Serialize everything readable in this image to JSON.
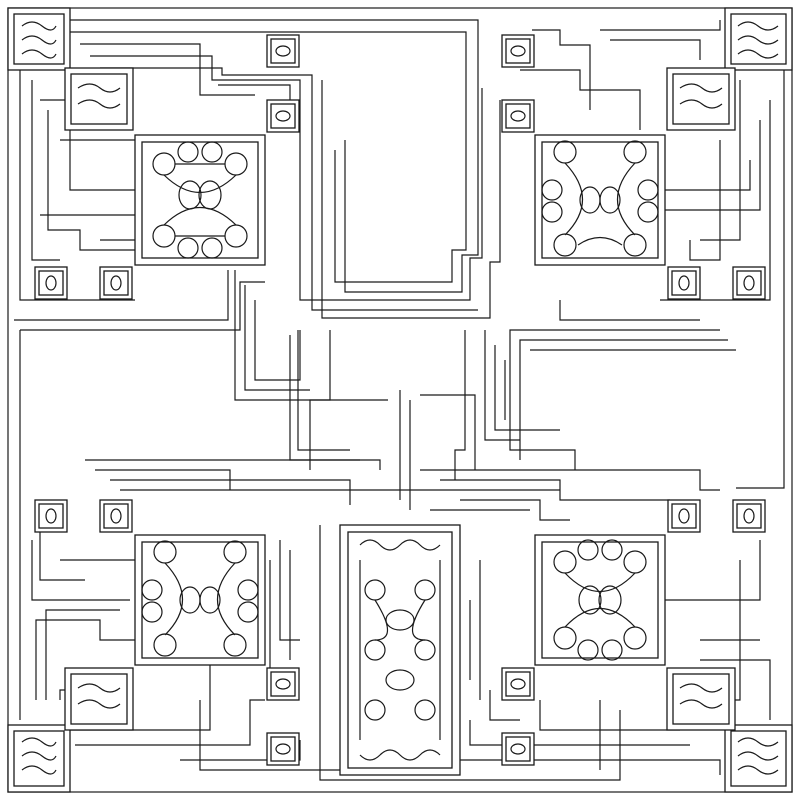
{
  "colors": {
    "line": "#1a1a1a",
    "background": "#ffffff"
  },
  "modules": [
    {
      "id": "module-top-left"
    },
    {
      "id": "module-top-right"
    },
    {
      "id": "module-bottom-left"
    },
    {
      "id": "module-bottom-right"
    },
    {
      "id": "module-center-column"
    }
  ],
  "connectors": [
    {
      "id": "connector-top-a"
    },
    {
      "id": "connector-top-b"
    },
    {
      "id": "connector-top-c"
    },
    {
      "id": "connector-top-d"
    },
    {
      "id": "connector-left-a"
    },
    {
      "id": "connector-left-b"
    },
    {
      "id": "connector-right-a"
    },
    {
      "id": "connector-right-b"
    },
    {
      "id": "connector-bottom-a"
    },
    {
      "id": "connector-bottom-b"
    },
    {
      "id": "connector-bottom-c"
    },
    {
      "id": "connector-bottom-d"
    }
  ],
  "corner_tiles": [
    {
      "id": "corner-tile-top-left"
    },
    {
      "id": "corner-tile-top-right"
    },
    {
      "id": "corner-tile-bottom-left"
    },
    {
      "id": "corner-tile-bottom-right"
    }
  ]
}
